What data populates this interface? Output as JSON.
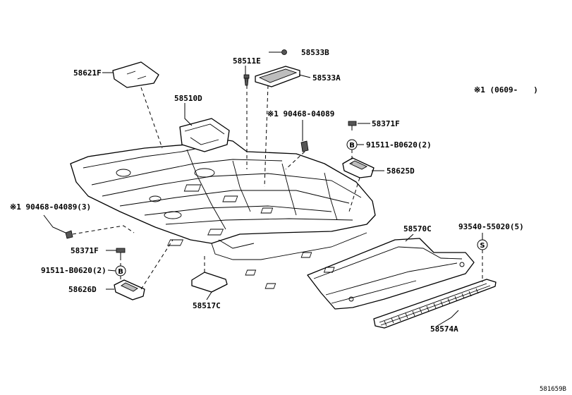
{
  "diagram_id": "581659B",
  "note": "※1 (0609-　　)",
  "callouts": {
    "p58621F": "58621F",
    "p58511E": "58511E",
    "p58533B": "58533B",
    "p58533A": "58533A",
    "p58510D": "58510D",
    "p90468_a": "※1 90468-04089",
    "p58371F_a": "58371F",
    "p91511_a": "91511-B0620(2)",
    "p58625D": "58625D",
    "p90468_b": "※1 90468-04089(3)",
    "p58371F_b": "58371F",
    "p91511_b": "91511-B0620(2)",
    "p58626D": "58626D",
    "p58517C": "58517C",
    "p58570C": "58570C",
    "p93540": "93540-55020(5)",
    "p58574A": "58574A"
  },
  "symbols": {
    "bolt_b": "B",
    "screw_s": "S"
  }
}
